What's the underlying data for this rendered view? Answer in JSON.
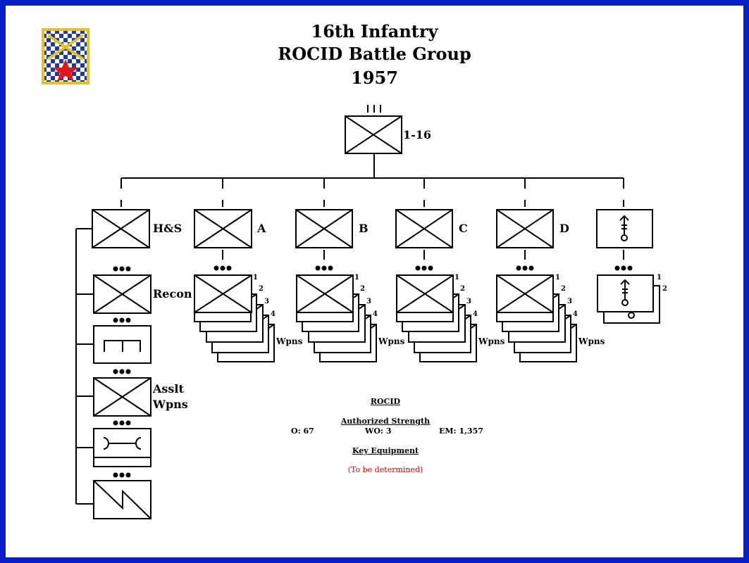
{
  "title": {
    "line1": "16th Infantry",
    "line2": "ROCID Battle Group",
    "line3": "1957"
  },
  "hq": {
    "designation": "1-16",
    "size_marker": "III"
  },
  "units": {
    "hs": {
      "label": "H&S"
    },
    "a": {
      "label": "A"
    },
    "b": {
      "label": "B"
    },
    "c": {
      "label": "C"
    },
    "d": {
      "label": "D"
    },
    "recon": {
      "label": "Recon"
    },
    "asslt": {
      "label_line1": "Asslt",
      "label_line2": "Wpns"
    }
  },
  "platoon_numbers": [
    "1",
    "2",
    "3",
    "4"
  ],
  "weapons_label": "Wpns",
  "artillery_numbers": [
    "1",
    "2"
  ],
  "info": {
    "heading": "ROCID",
    "strength_heading": "Authorized Strength",
    "officers": "O: 67",
    "warrant_officers": "WO: 3",
    "enlisted": "EM: 1,357",
    "equipment_heading": "Key Equipment",
    "equipment_note": "(To be determined)"
  },
  "colors": {
    "border": "#0a1fc8",
    "background": "#ffffff",
    "lines": "#000000",
    "note_red": "#d10000",
    "crest_blue": "#1e3c9c",
    "crest_gold": "#e8c020",
    "crest_red": "#e01818"
  }
}
